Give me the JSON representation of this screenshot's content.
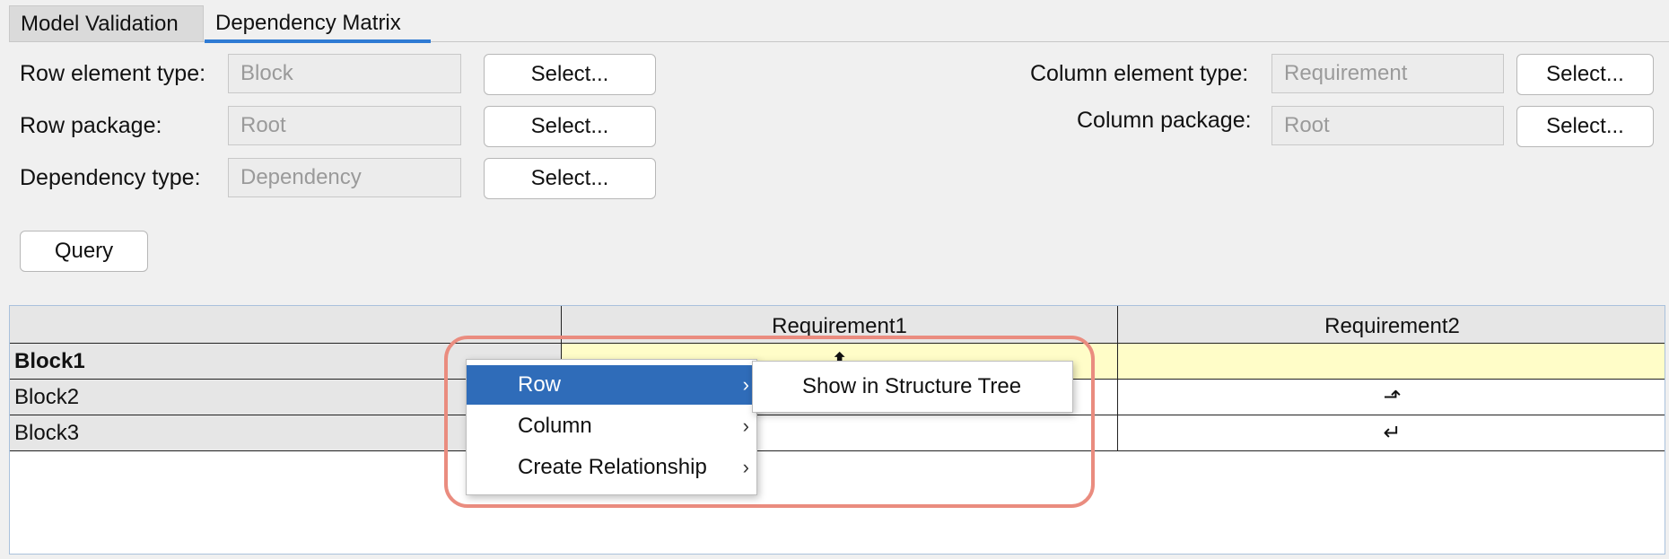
{
  "tabs": [
    {
      "label": "Model Validation",
      "active": false
    },
    {
      "label": "Dependency Matrix",
      "active": true
    }
  ],
  "form": {
    "row_element_type": {
      "label": "Row element type:",
      "value": "Block",
      "button": "Select..."
    },
    "row_package": {
      "label": "Row package:",
      "value": "Root",
      "button": "Select..."
    },
    "dependency_type": {
      "label": "Dependency type:",
      "value": "Dependency",
      "button": "Select..."
    },
    "column_element_type": {
      "label": "Column element type:",
      "value": "Requirement",
      "button": "Select..."
    },
    "column_package": {
      "label": "Column package:",
      "value": "Root",
      "button": "Select..."
    },
    "query_button": "Query"
  },
  "matrix": {
    "columns": [
      "Requirement1",
      "Requirement2"
    ],
    "rows": [
      {
        "label": "Block1",
        "bold": true,
        "cells": [
          "⬆",
          ""
        ]
      },
      {
        "label": "Block2",
        "bold": false,
        "cells": [
          "",
          "⬏"
        ]
      },
      {
        "label": "Block3",
        "bold": false,
        "cells": [
          "",
          "↵"
        ]
      }
    ]
  },
  "context_menu": {
    "items": [
      {
        "label": "Row",
        "has_submenu": true,
        "selected": true
      },
      {
        "label": "Column",
        "has_submenu": true,
        "selected": false
      },
      {
        "label": "Create Relationship",
        "has_submenu": true,
        "selected": false
      }
    ],
    "chevron": "›",
    "submenu": {
      "items": [
        {
          "label": "Show in Structure Tree"
        }
      ]
    }
  },
  "colors": {
    "accent": "#2f7bd4",
    "menu_selected": "#2f6cb9",
    "highlight_outline": "#ea8c7f",
    "selected_row": "#fffdc8"
  }
}
